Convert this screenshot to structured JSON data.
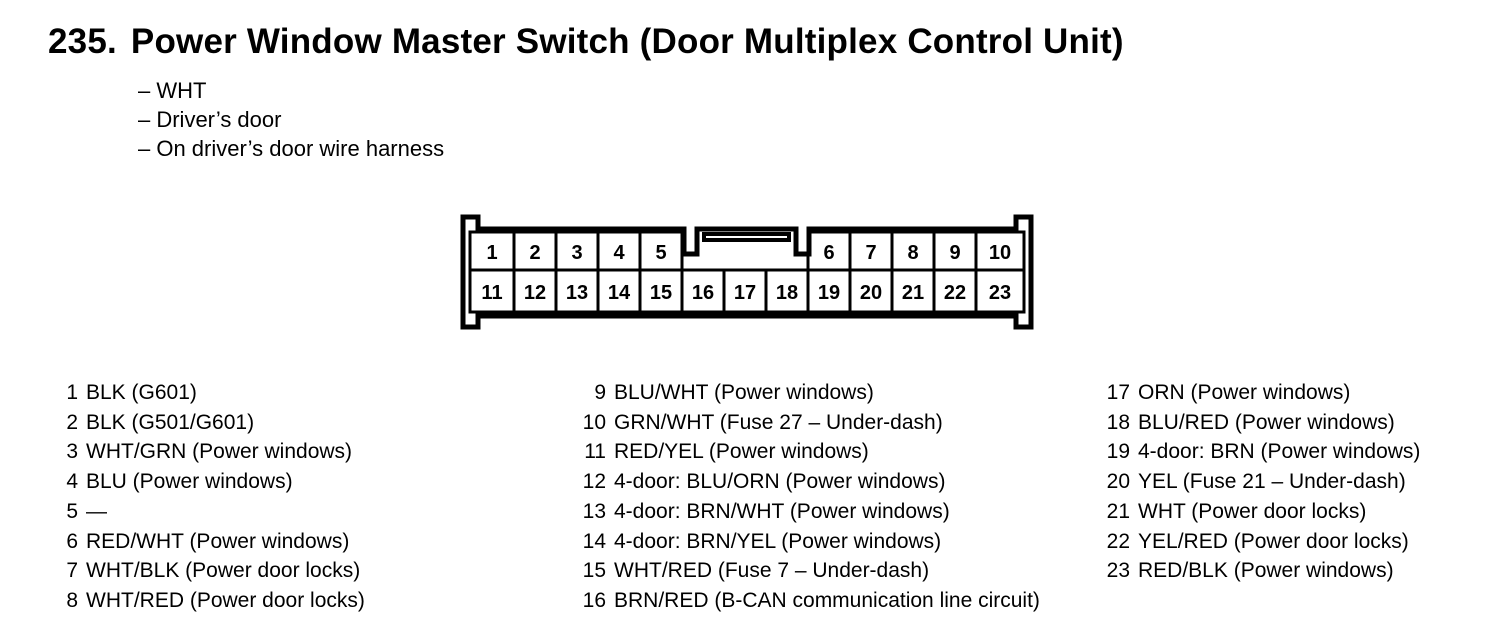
{
  "title": {
    "number": "235.",
    "text": "Power Window Master Switch (Door Multiplex Control Unit)"
  },
  "info": [
    "– WHT",
    "– Driver’s door",
    "– On driver’s door wire harness"
  ],
  "connector": {
    "top_row": [
      "1",
      "2",
      "3",
      "4",
      "5",
      "6",
      "7",
      "8",
      "9",
      "10"
    ],
    "bottom_row": [
      "11",
      "12",
      "13",
      "14",
      "15",
      "16",
      "17",
      "18",
      "19",
      "20",
      "21",
      "22",
      "23"
    ]
  },
  "pins": {
    "col1": [
      {
        "num": "1",
        "desc": "BLK (G601)"
      },
      {
        "num": "2",
        "desc": "BLK (G501/G601)"
      },
      {
        "num": "3",
        "desc": "WHT/GRN (Power windows)"
      },
      {
        "num": "4",
        "desc": "BLU (Power windows)"
      },
      {
        "num": "5",
        "desc": "—"
      },
      {
        "num": "6",
        "desc": "RED/WHT (Power windows)"
      },
      {
        "num": "7",
        "desc": "WHT/BLK (Power door locks)"
      },
      {
        "num": "8",
        "desc": "WHT/RED (Power door locks)"
      }
    ],
    "col2": [
      {
        "num": "9",
        "desc": "BLU/WHT (Power windows)"
      },
      {
        "num": "10",
        "desc": "GRN/WHT (Fuse 27 – Under-dash)"
      },
      {
        "num": "11",
        "desc": "RED/YEL (Power windows)"
      },
      {
        "num": "12",
        "desc": "4-door: BLU/ORN (Power windows)"
      },
      {
        "num": "13",
        "desc": "4-door: BRN/WHT (Power windows)"
      },
      {
        "num": "14",
        "desc": "4-door: BRN/YEL (Power windows)"
      },
      {
        "num": "15",
        "desc": "WHT/RED (Fuse 7 – Under-dash)"
      },
      {
        "num": "16",
        "desc": "BRN/RED (B-CAN communication line circuit)"
      }
    ],
    "col3": [
      {
        "num": "17",
        "desc": "ORN (Power windows)"
      },
      {
        "num": "18",
        "desc": "BLU/RED (Power windows)"
      },
      {
        "num": "19",
        "desc": "4-door: BRN (Power windows)"
      },
      {
        "num": "20",
        "desc": "YEL (Fuse 21 – Under-dash)"
      },
      {
        "num": "21",
        "desc": "WHT (Power door locks)"
      },
      {
        "num": "22",
        "desc": "YEL/RED (Power door locks)"
      },
      {
        "num": "23",
        "desc": "RED/BLK (Power windows)"
      }
    ]
  }
}
